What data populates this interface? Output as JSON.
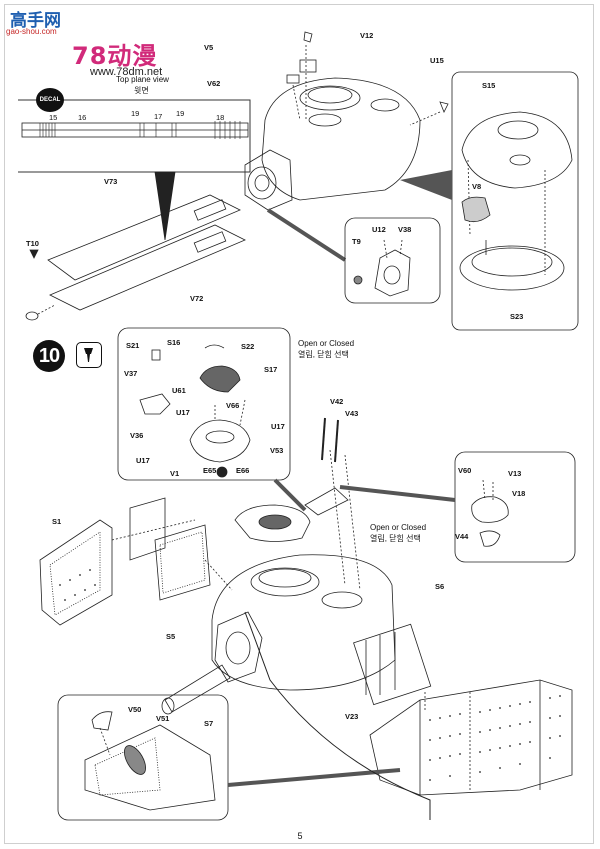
{
  "watermark": {
    "site_cn": "高手网",
    "site_url_small": "gao-shou.com",
    "brand": "78动漫",
    "brand_url": "www.78dm.net"
  },
  "header": {
    "top_plane_view": "Top plane view",
    "top_plane_view_kr": "윗면",
    "decal_badge": "DECAL"
  },
  "decal_strip_numbers": [
    "15",
    "16",
    "19",
    "17",
    "19",
    "18"
  ],
  "step": {
    "number": "10",
    "option_caption_1": "Open or Closed",
    "option_caption_1_kr": "열림, 닫힘 선택",
    "option_caption_2": "Open or Closed",
    "option_caption_2_kr": "열림, 닫힘 선택"
  },
  "part_labels": {
    "V5": "V5",
    "V12": "V12",
    "V62": "V62",
    "U15": "U15",
    "S15": "S15",
    "V8": "V8",
    "S23": "S23",
    "V73": "V73",
    "V72": "V72",
    "T10": "T10",
    "T9": "T9",
    "U12": "U12",
    "V38": "V38",
    "S21": "S21",
    "S16": "S16",
    "S22": "S22",
    "V37": "V37",
    "U61": "U61",
    "S17": "S17",
    "V66": "V66",
    "U17a": "U17",
    "U17b": "U17",
    "U17c": "U17",
    "V36": "V36",
    "V53": "V53",
    "V1": "V1",
    "E65": "E65",
    "E66": "E66",
    "V42": "V42",
    "V43": "V43",
    "V60": "V60",
    "V13": "V13",
    "V18": "V18",
    "V44": "V44",
    "S1": "S1",
    "S5": "S5",
    "S6": "S6",
    "V23": "V23",
    "V50": "V50",
    "V51": "V51",
    "S7": "S7"
  },
  "page_number": "5"
}
